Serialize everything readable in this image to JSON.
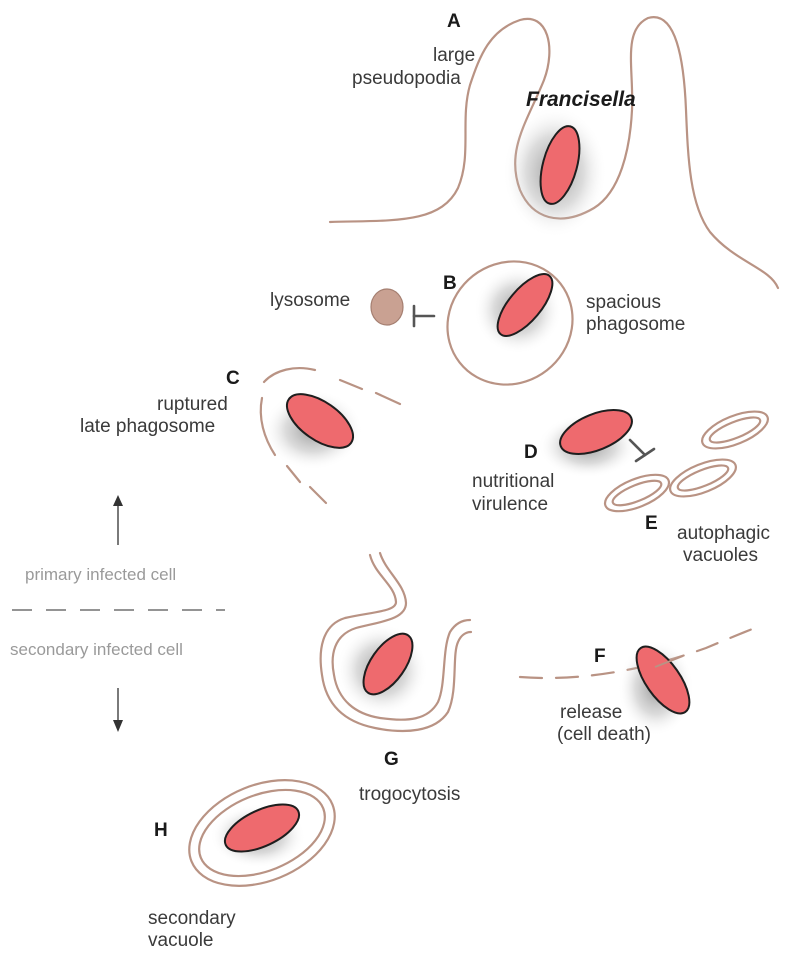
{
  "labels": {
    "a_letter": "A",
    "a_line1": "large",
    "a_line2": "pseudopodia",
    "organism": "Francisella",
    "b_letter": "B",
    "lysosome": "lysosome",
    "b_line1": "spacious",
    "b_line2": "phagosome",
    "c_letter": "C",
    "c_line1": "ruptured",
    "c_line2": "late phagosome",
    "d_letter": "D",
    "d_line1": "nutritional",
    "d_line2": "virulence",
    "e_letter": "E",
    "e_line1": "autophagic",
    "e_line2": "vacuoles",
    "primary": "primary infected cell",
    "secondary": "secondary infected cell",
    "f_letter": "F",
    "f_line1": "release",
    "f_line2": "(cell death)",
    "g_letter": "G",
    "g_line1": "trogocytosis",
    "h_letter": "H",
    "h_line1": "secondary",
    "h_line2": "vacuole"
  },
  "colors": {
    "bacterium_fill": "#ee6a6e",
    "bacterium_outline": "#1e1e1e",
    "membrane": "#b99384",
    "lysosome_fill": "#c9a192",
    "shadow": "#8a8a8a"
  }
}
